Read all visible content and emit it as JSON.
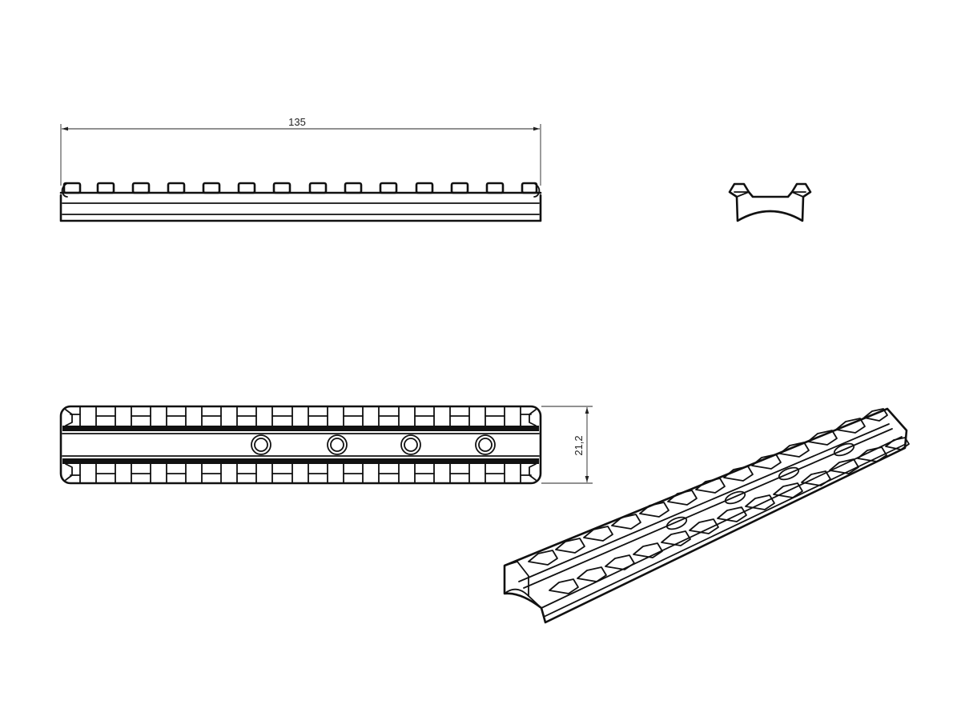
{
  "drawing": {
    "subject": "Picatinny rail mount technical drawing",
    "line_color": "#111111",
    "background": "#ffffff",
    "views": {
      "side_view": {
        "label": "side-view",
        "teeth_count": 14
      },
      "end_view": {
        "label": "end-view"
      },
      "top_view": {
        "label": "top-view",
        "teeth_per_row": 14,
        "mounting_holes": 4
      },
      "isometric_view": {
        "label": "isometric-view"
      }
    },
    "dimensions": {
      "length": {
        "value": "135",
        "unit": "mm"
      },
      "width": {
        "value": "21,2",
        "unit": "mm"
      }
    }
  }
}
